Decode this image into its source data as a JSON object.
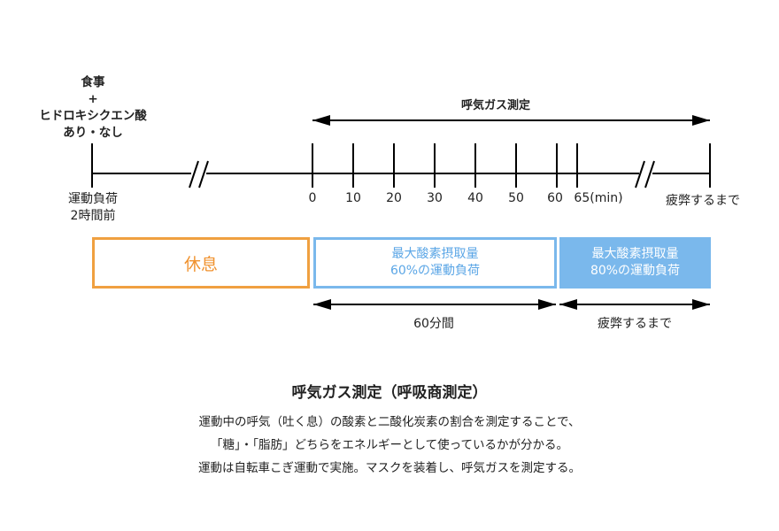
{
  "pre_exercise": {
    "lines": [
      "食事",
      "+",
      "ヒドロキシクエン酸",
      "あり・なし"
    ],
    "sub_lines": [
      "運動負荷",
      "2時間前"
    ]
  },
  "measurement_label": "呼気ガス測定",
  "ticks": [
    "0",
    "10",
    "20",
    "30",
    "40",
    "50",
    "60",
    "65(min)"
  ],
  "end_label": "疲弊するまで",
  "phases": {
    "rest": "休息",
    "load60": [
      "最大酸素摂取量",
      "60%の運動負荷"
    ],
    "load80": [
      "最大酸素摂取量",
      "80%の運動負荷"
    ]
  },
  "durations": {
    "first": "60分間",
    "second": "疲弊するまで"
  },
  "caption": {
    "title": "呼気ガス測定（呼吸商測定）",
    "lines": [
      "運動中の呼気（吐く息）の酸素と二酸化炭素の割合を測定することで、",
      "「糖」・「脂肪」どちらをエネルギーとして使っているかが分かる。",
      "運動は自転車こぎ運動で実施。マスクを装着し、呼気ガスを測定する。"
    ]
  },
  "colors": {
    "rest_border": "#f0a040",
    "rest_text": "#f0922f",
    "load_blue": "#7ab8ec",
    "load_text": "#5ba6e6"
  }
}
